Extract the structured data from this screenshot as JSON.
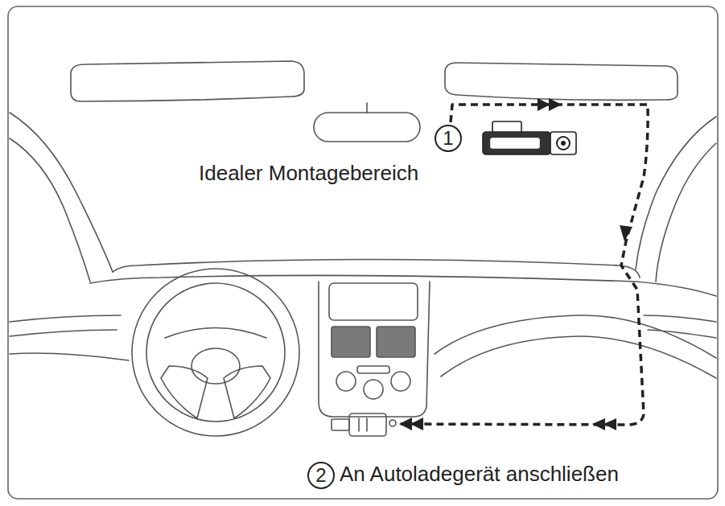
{
  "diagram": {
    "nodes": [
      {
        "text": [
          "1"
        ]
      },
      {
        "text": [
          "2"
        ]
      }
    ],
    "labels": [
      "Idealer Montagebereich",
      "An Autoladegerät anschließen"
    ]
  }
}
